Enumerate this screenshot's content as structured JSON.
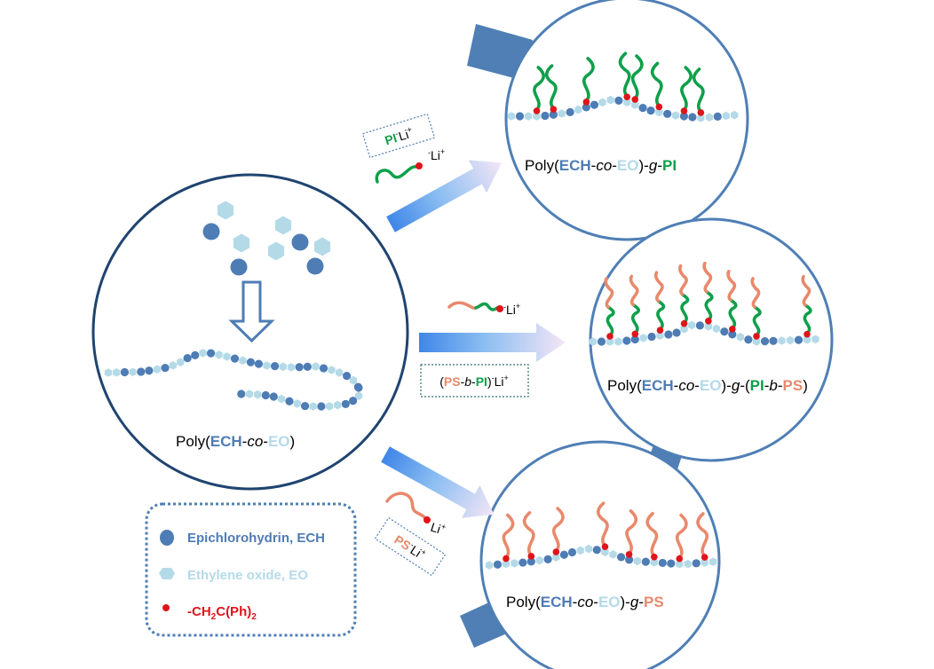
{
  "colors": {
    "ech": "#4E7CB5",
    "eo": "#B4DAE8",
    "end_group": "#E0141B",
    "pi": "#0EA04A",
    "ps": "#E8896C",
    "circle_main": "#1F4470",
    "circle_product": "#4F7FB5",
    "legend_title_ech": "#4E7CB5",
    "legend_title_eo": "#B4DAE8",
    "legend_title_end": "#E0141B"
  },
  "main": {
    "label": {
      "prefix": "Poly(",
      "m1": "ECH",
      "sep1": "-",
      "co": "co",
      "sep2": "-",
      "m2": "EO",
      "suffix": ")"
    }
  },
  "product_pi": {
    "label": {
      "prefix": "Poly(",
      "m1": "ECH",
      "sep1": "-",
      "co": "co",
      "sep2": "-",
      "m2": "EO",
      "mid": ")-",
      "g": "g",
      "dash": "-",
      "graft": "PI"
    }
  },
  "product_pipis": {
    "label": {
      "prefix": "Poly(",
      "m1": "ECH",
      "sep1": "-",
      "co": "co",
      "sep2": "-",
      "m2": "EO",
      "mid": ")-",
      "g": "g",
      "open": "-(",
      "a": "PI",
      "dash1": "-",
      "b": "b",
      "dash2": "-",
      "c": "PS",
      "close": ")"
    }
  },
  "product_ps": {
    "label": {
      "prefix": "Poly(",
      "m1": "ECH",
      "sep1": "-",
      "co": "co",
      "sep2": "-",
      "m2": "EO",
      "mid": ")-",
      "g": "g",
      "dash": "-",
      "graft": "PS"
    }
  },
  "reagents": {
    "pi_box": {
      "name": "PI",
      "charge": "-",
      "cation": "Li",
      "cation_charge": "+"
    },
    "pi_chain": {
      "charge": "-",
      "cation": "Li",
      "cation_charge": "+"
    },
    "pips_chain": {
      "charge": "-",
      "cation": "Li",
      "cation_charge": "+"
    },
    "pips_box": {
      "open": "(",
      "a": "PS",
      "dash1": "-",
      "b": "b",
      "dash2": "-",
      "c": "PI",
      "close": ")",
      "charge": "-",
      "cation": "Li",
      "cation_charge": "+"
    },
    "ps_chain": {
      "cation": "Li",
      "cation_charge": "+"
    },
    "ps_box": {
      "name": "PS",
      "charge": "-",
      "cation": "Li",
      "cation_charge": "+"
    }
  },
  "legend": {
    "ech": "Epichlorohydrin, ECH",
    "eo": "Ethylene oxide, EO",
    "end_group": {
      "p1": "-CH",
      "s1": "2",
      "p2": "C(Ph)",
      "s2": "2"
    }
  }
}
